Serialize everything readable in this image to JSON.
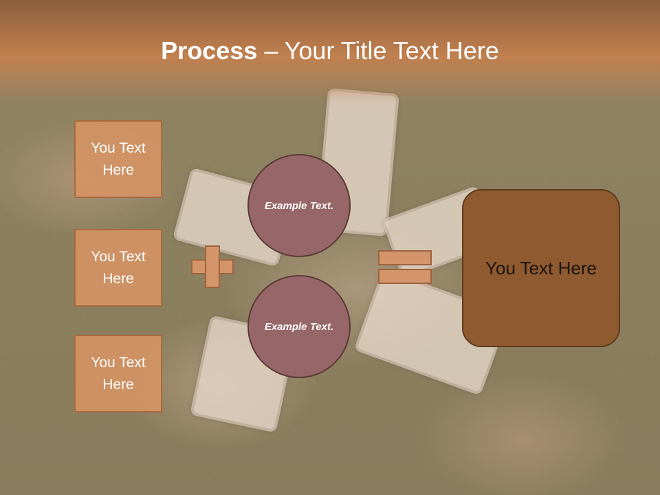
{
  "slide": {
    "title_bold": "Process",
    "title_rest": " – Your Title Text Here"
  },
  "boxes": [
    {
      "label": "You Text Here"
    },
    {
      "label": "You Text Here"
    },
    {
      "label": "You Text Here"
    }
  ],
  "circles": [
    {
      "label": "Example Text."
    },
    {
      "label": "Example Text."
    }
  ],
  "result": {
    "label": "You Text Here"
  },
  "colors": {
    "header": "#c1804f",
    "box_fill": "#d6946a",
    "circle_fill": "#976668",
    "result_fill": "#8f5a2f"
  }
}
